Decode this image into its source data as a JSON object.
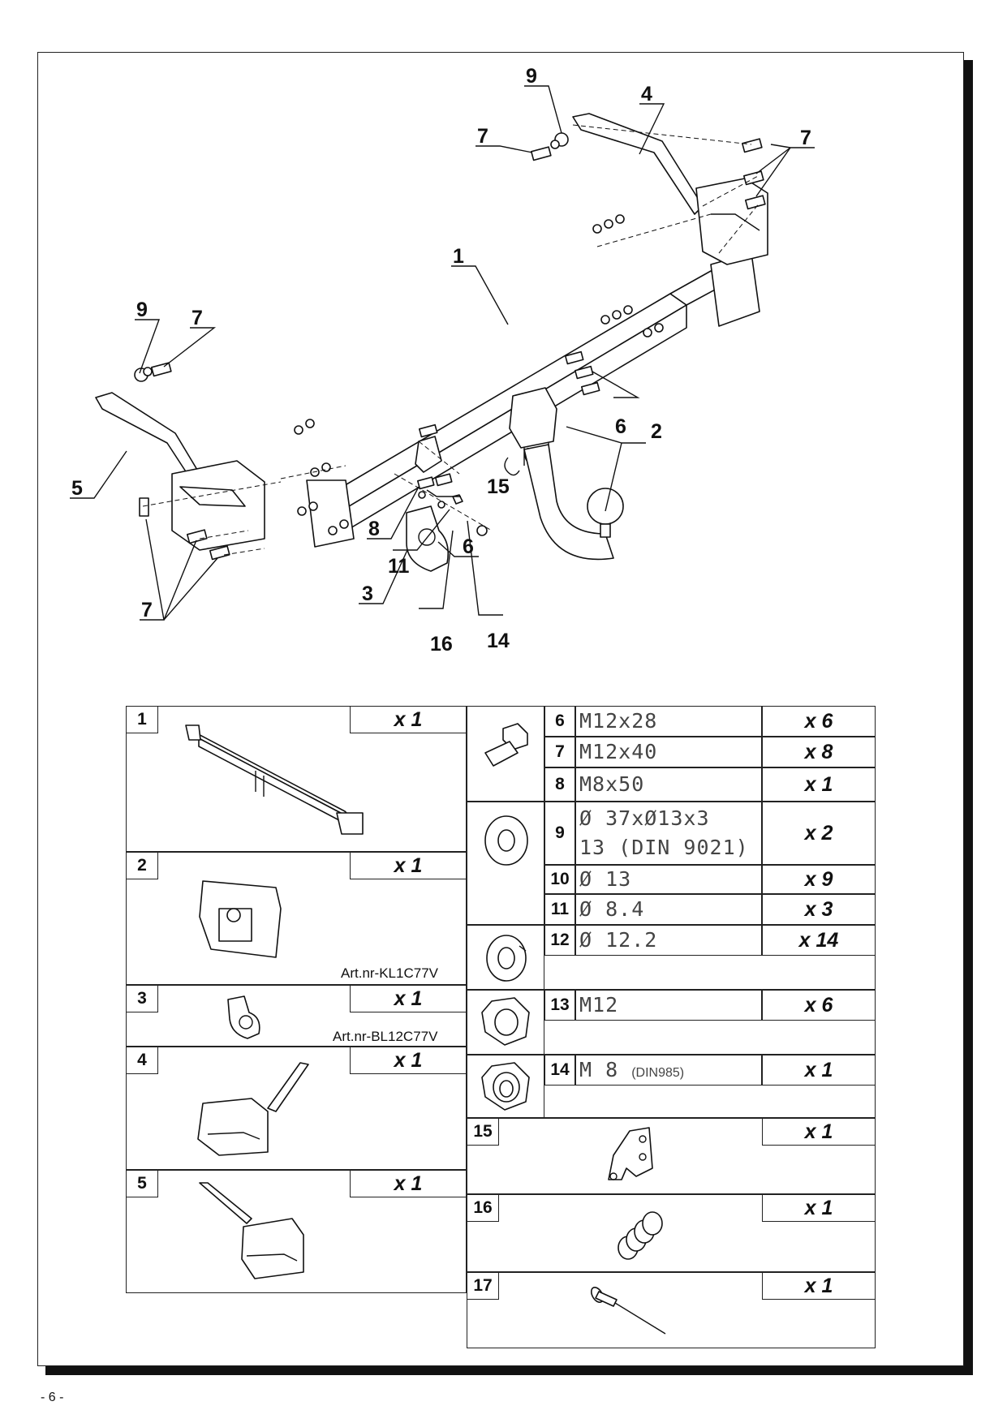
{
  "page_number": "- 6 -",
  "diagram_labels": {
    "l1": "1",
    "l2": "2",
    "l3": "3",
    "l4": "4",
    "l5": "5",
    "l6a": "6",
    "l6b": "6",
    "l7a": "7",
    "l7b": "7",
    "l7c": "7",
    "l7d": "7",
    "l8": "8",
    "l9a": "9",
    "l9b": "9",
    "l11": "11",
    "l14": "14",
    "l15": "15",
    "l16": "16"
  },
  "parts_left": [
    {
      "no": "1",
      "qty": "x 1",
      "art": ""
    },
    {
      "no": "2",
      "qty": "x 1",
      "art": "Art.nr-KL1C77V"
    },
    {
      "no": "3",
      "qty": "x 1",
      "art": "Art.nr-BL12C77V"
    },
    {
      "no": "4",
      "qty": "x 1",
      "art": ""
    },
    {
      "no": "5",
      "qty": "x 1",
      "art": ""
    }
  ],
  "parts_right": [
    {
      "no": "6",
      "spec": "M12x28",
      "qty": "x 6"
    },
    {
      "no": "7",
      "spec": "M12x40",
      "qty": "x 8"
    },
    {
      "no": "8",
      "spec": "M8x50",
      "qty": "x 1"
    },
    {
      "no": "9",
      "spec": "Ø 37xØ13x3",
      "spec2": "13  (DIN 9021)",
      "qty": "x 2"
    },
    {
      "no": "10",
      "spec": "Ø 13",
      "qty": "x 9"
    },
    {
      "no": "11",
      "spec": "Ø 8.4",
      "qty": "x 3"
    },
    {
      "no": "12",
      "spec": "Ø 12.2",
      "qty": "x 14"
    },
    {
      "no": "13",
      "spec": "M12",
      "qty": "x 6"
    },
    {
      "no": "14",
      "spec": "M 8",
      "spec_small": "(DIN985)",
      "qty": "x 1"
    },
    {
      "no": "15",
      "qty": "x 1"
    },
    {
      "no": "16",
      "qty": "x 1"
    },
    {
      "no": "17",
      "qty": "x 1"
    }
  ]
}
